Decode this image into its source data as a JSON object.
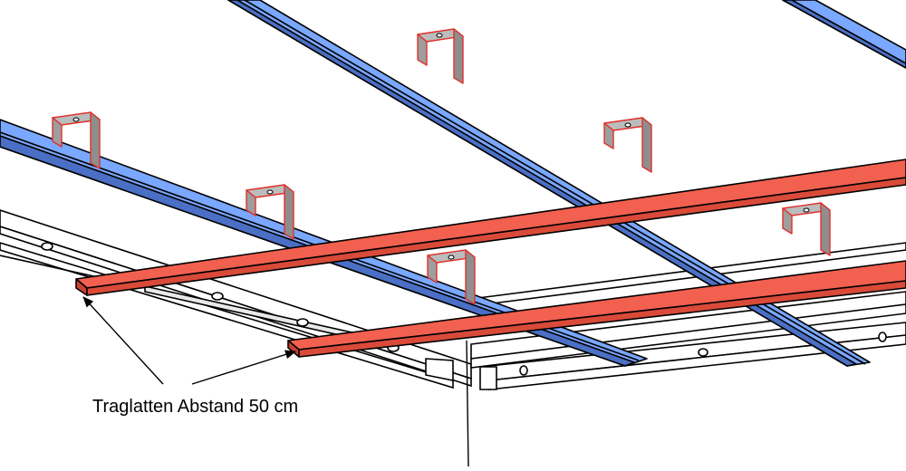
{
  "annotation": {
    "label": "Traglatten Abstand 50 cm"
  },
  "colors": {
    "background": "#ffffff",
    "outline": "#000000",
    "carrier_profile": "#7aa7ff",
    "carrier_profile_dark": "#4a6fc4",
    "batten": "#f2604f",
    "batten_dark": "#c9402f",
    "hanger": "#9e9e9e",
    "hanger_edge": "#e0302a"
  },
  "parts": {
    "carrier_profiles": 3,
    "battens": 2,
    "hangers": 6,
    "ceiling_rails": 3
  }
}
